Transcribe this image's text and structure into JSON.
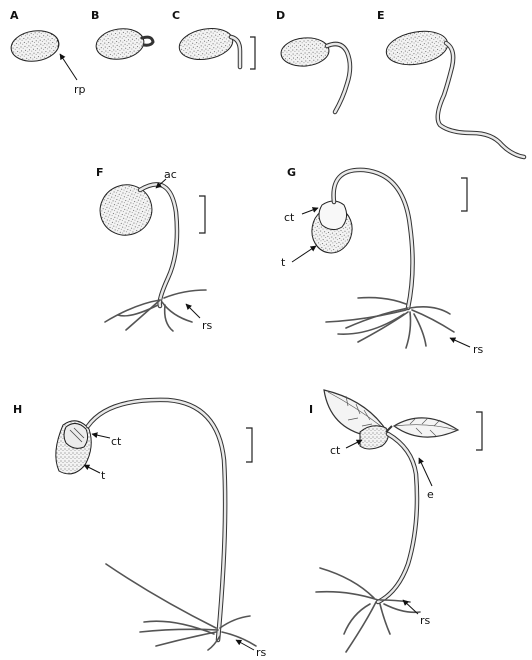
{
  "panels": [
    {
      "letter": "A"
    },
    {
      "letter": "B"
    },
    {
      "letter": "C"
    },
    {
      "letter": "D"
    },
    {
      "letter": "E"
    },
    {
      "letter": "F"
    },
    {
      "letter": "G"
    },
    {
      "letter": "H"
    },
    {
      "letter": "I"
    }
  ],
  "annotations": {
    "rp": "rp",
    "ac": "ac",
    "ct": "ct",
    "t": "t",
    "rs": "rs",
    "e": "e"
  }
}
